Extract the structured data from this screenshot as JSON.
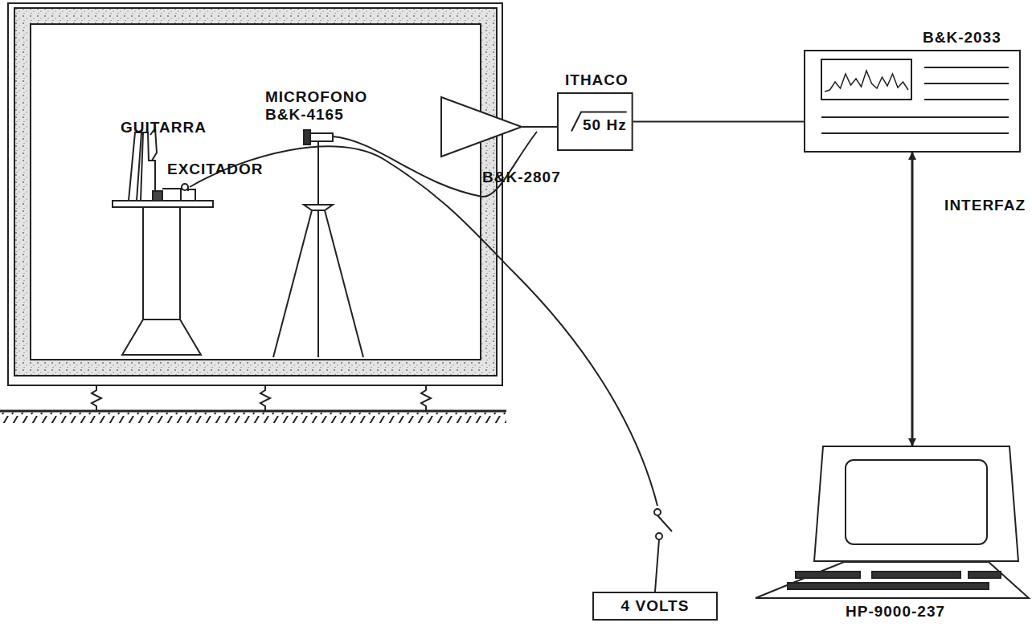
{
  "diagram": {
    "nodes": [
      {
        "text": [
          "B&K-2807"
        ]
      },
      {
        "text": [
          "ITHACO",
          "50 Hz"
        ]
      },
      {
        "text": [
          "B&K-2033"
        ]
      },
      {
        "text": [
          "HP-9000-237"
        ]
      },
      {
        "text": [
          "4 VOLTS"
        ]
      }
    ],
    "edges": [
      {
        "from": 0,
        "to": 1,
        "arrow": "none"
      },
      {
        "from": 1,
        "to": 2,
        "arrow": "none"
      },
      {
        "from": 2,
        "to": 3,
        "arrow": "both",
        "label": "INTERFAZ"
      }
    ],
    "labels": [
      "GUITARRA",
      "EXCITADOR",
      "MICROFONO B&K-4165"
    ]
  }
}
